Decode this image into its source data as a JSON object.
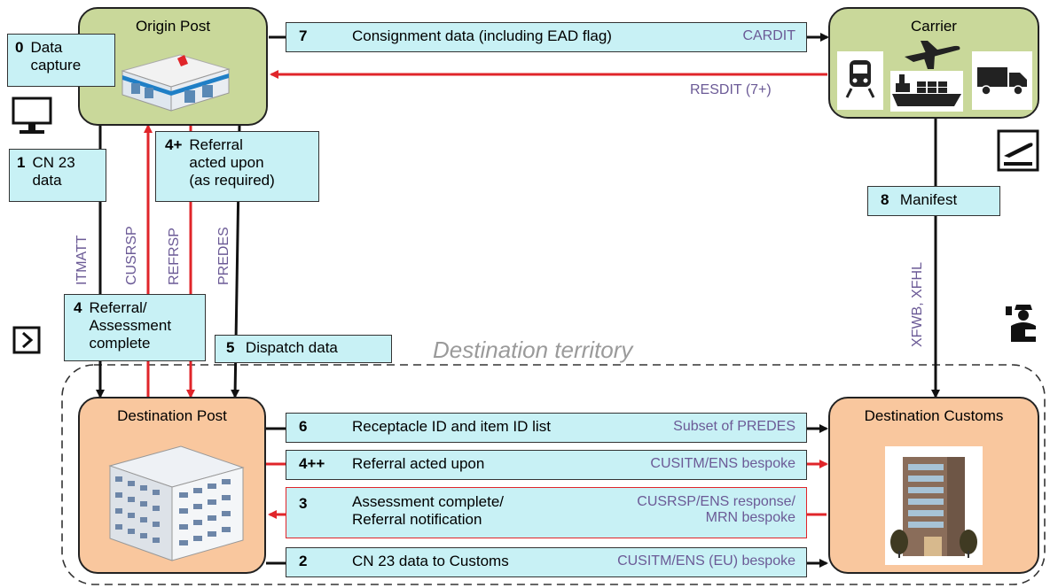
{
  "nodes": {
    "origin_post": "Origin Post",
    "carrier": "Carrier",
    "destination_post": "Destination Post",
    "destination_customs": "Destination Customs"
  },
  "territory_label": "Destination territory",
  "steps": {
    "s0": {
      "num": "0",
      "line1": "Data",
      "line2": "capture"
    },
    "s1": {
      "num": "1",
      "line1": "CN 23",
      "line2": "data"
    },
    "s4plus": {
      "num": "4+",
      "line1": "Referral",
      "line2": "acted upon",
      "line3": "(as required)"
    },
    "s4": {
      "num": "4",
      "line1": "Referral/",
      "line2": "Assessment",
      "line3": "complete"
    },
    "s5": {
      "num": "5",
      "label": "Dispatch data"
    },
    "s7": {
      "num": "7",
      "label": "Consignment data (including EAD flag)",
      "proto": "CARDIT"
    },
    "s8": {
      "num": "8",
      "label": "Manifest"
    },
    "s6": {
      "num": "6",
      "label": "Receptacle ID and item ID list",
      "proto": "Subset of PREDES"
    },
    "s4plusplus": {
      "num": "4++",
      "label": "Referral acted upon",
      "proto": "CUSITM/ENS bespoke"
    },
    "s3": {
      "num": "3",
      "line1": "Assessment complete/",
      "line2": "Referral notification",
      "proto1": "CUSRSP/ENS response/",
      "proto2": "MRN bespoke"
    },
    "s2": {
      "num": "2",
      "label": "CN 23 data to Customs",
      "proto": "CUSITM/ENS (EU) bespoke"
    }
  },
  "flow_labels": {
    "resdit": "RESDIT (7+)",
    "itmatt": "ITMATT",
    "cusrsp": "CUSRSP",
    "refrsp": "REFRSP",
    "predes": "PREDES",
    "xfwb": "XFWB, XFHL"
  },
  "colors": {
    "green_node": "#c9d89a",
    "orange_node": "#f9c79e",
    "cyan_box": "#c8f1f5",
    "red_arrow": "#e0252a",
    "protocol_text": "#6b5a96"
  },
  "icons": [
    "computer-icon",
    "chevron-right-icon",
    "departure-icon",
    "customs-officer-icon",
    "post-office-illustration",
    "train-icon",
    "airplane-icon",
    "ship-icon",
    "truck-icon",
    "office-building-illustration",
    "customs-building-illustration"
  ]
}
